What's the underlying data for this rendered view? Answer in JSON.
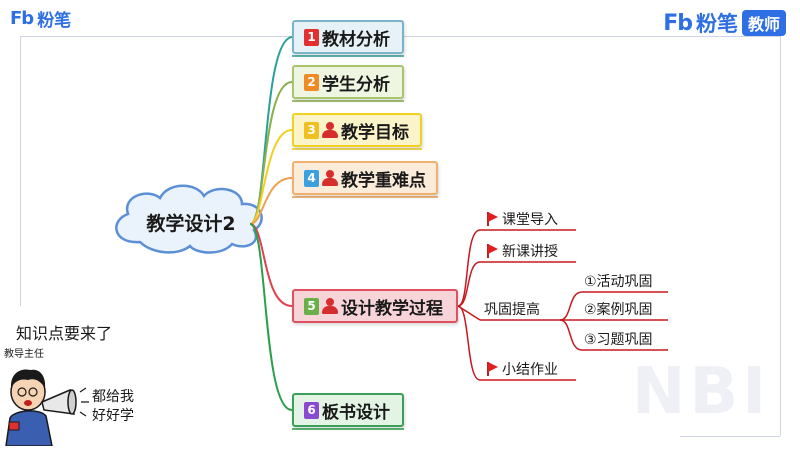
{
  "header": {
    "left_logo": {
      "mark": "Fb",
      "text": "粉笔"
    },
    "right_logo": {
      "mark": "Fb",
      "text": "粉笔",
      "badge": "教师"
    }
  },
  "central_topic": "教学设计2",
  "branches": [
    {
      "number": "1",
      "label": "教材分析",
      "has_person": false,
      "color": "#2aa198",
      "num_color": "#e03030",
      "fill": "#e6f2f7",
      "border": "#7ab4c8"
    },
    {
      "number": "2",
      "label": "学生分析",
      "has_person": false,
      "color": "#8bb04a",
      "num_color": "#f08a24",
      "fill": "#eef5e0",
      "border": "#a9c46c"
    },
    {
      "number": "3",
      "label": "教学目标",
      "has_person": true,
      "color": "#f0d020",
      "num_color": "#f0c020",
      "fill": "#fbf4c8",
      "border": "#f0d020"
    },
    {
      "number": "4",
      "label": "教学重难点",
      "has_person": true,
      "color": "#f0a050",
      "num_color": "#3aa0e0",
      "fill": "#fbebd9",
      "border": "#f0b070"
    },
    {
      "number": "5",
      "label": "设计教学过程",
      "has_person": true,
      "color": "#e04050",
      "num_color": "#6ab04a",
      "fill": "#f6d4d8",
      "border": "#e05060"
    },
    {
      "number": "6",
      "label": "板书设计",
      "has_person": false,
      "color": "#2aa04a",
      "num_color": "#8a4ad0",
      "fill": "#e4f4e4",
      "border": "#3aa05a"
    }
  ],
  "process_steps": [
    {
      "label": "课堂导入",
      "flag": true
    },
    {
      "label": "新课讲授",
      "flag": true
    },
    {
      "label": "巩固提高",
      "flag": false
    },
    {
      "label": "小结作业",
      "flag": true
    }
  ],
  "consolidation_items": [
    "①活动巩固",
    "②案例巩固",
    "③习题巩固"
  ],
  "cartoon": {
    "headline": "知识点要来了",
    "role": "教导主任",
    "speech": [
      "都给我",
      "好好学"
    ]
  },
  "watermark": "NBI",
  "colors": {
    "brand_blue": "#2f6fe4",
    "cloud_border": "#5b8fd6",
    "cloud_fill": "#eaf3fc"
  }
}
